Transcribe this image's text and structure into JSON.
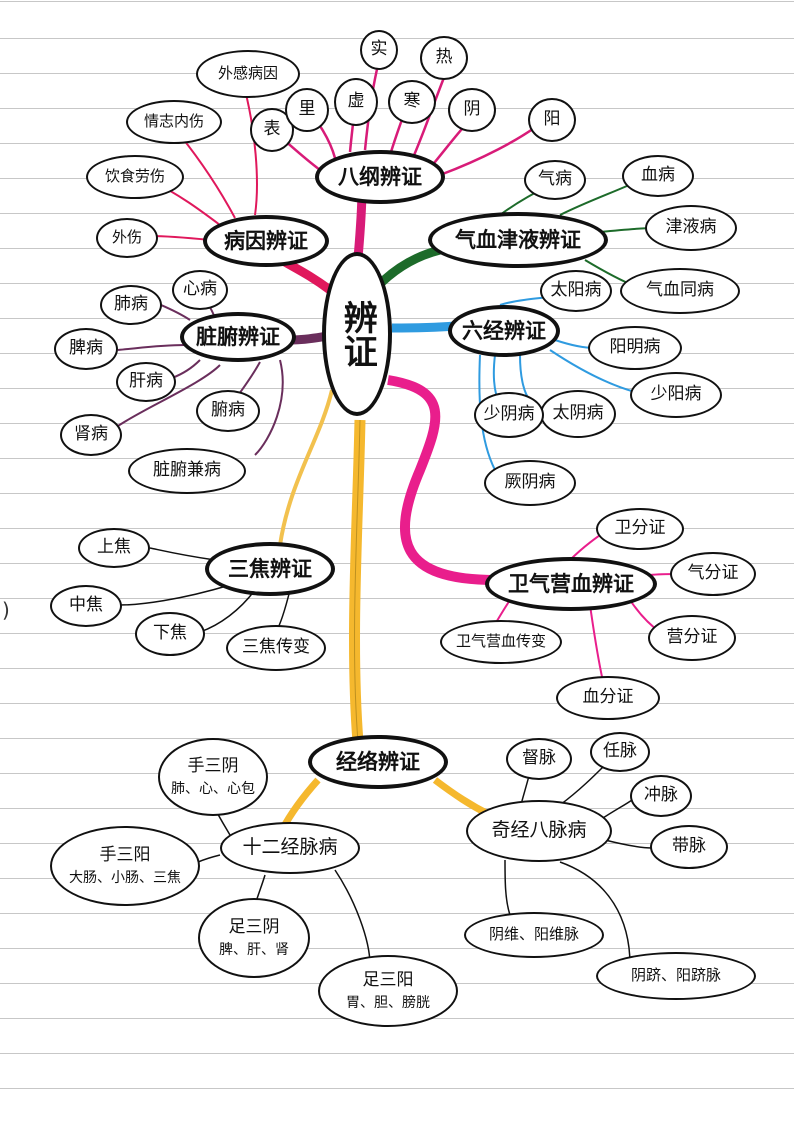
{
  "center": {
    "label": "辨证"
  },
  "branches": {
    "bagang": {
      "label": "八纲辨证",
      "color": "#d81b78",
      "items": [
        "表",
        "里",
        "虚",
        "实",
        "寒",
        "热",
        "阴",
        "阳"
      ]
    },
    "bingyin": {
      "label": "病因辨证",
      "color": "#e0185c",
      "items": [
        "外感病因",
        "情志内伤",
        "饮食劳伤",
        "外伤"
      ]
    },
    "qixue": {
      "label": "气血津液辨证",
      "color": "#1d6b2a",
      "items": [
        "气病",
        "血病",
        "津液病",
        "气血同病"
      ]
    },
    "zangfu": {
      "label": "脏腑辨证",
      "color": "#6a2e5c",
      "items": [
        "心病",
        "肺病",
        "脾病",
        "肝病",
        "肾病",
        "腑病",
        "脏腑兼病"
      ]
    },
    "liujing": {
      "label": "六经辨证",
      "color": "#2f9be0",
      "items": [
        "太阳病",
        "阳明病",
        "少阳病",
        "太阴病",
        "少阴病",
        "厥阴病"
      ]
    },
    "sanjiao": {
      "label": "三焦辨证",
      "color": "#f2c14e",
      "items": [
        "上焦",
        "中焦",
        "下焦",
        "三焦传变"
      ]
    },
    "weiqi": {
      "label": "卫气营血辨证",
      "color": "#e91e8c",
      "items": [
        "卫分证",
        "气分证",
        "营分证",
        "血分证",
        "卫气营血传变"
      ]
    },
    "jingluo": {
      "label": "经络辨证",
      "color": "#f5b82e",
      "shier": {
        "label": "十二经脉病",
        "items": [
          {
            "label": "手三阴",
            "sub": "肺、心、心包"
          },
          {
            "label": "手三阳",
            "sub": "大肠、小肠、三焦"
          },
          {
            "label": "足三阴",
            "sub": "脾、肝、肾"
          },
          {
            "label": "足三阳",
            "sub": "胃、胆、膀胱"
          }
        ]
      },
      "qijing": {
        "label": "奇经八脉病",
        "items": [
          "督脉",
          "任脉",
          "冲脉",
          "带脉",
          "阴维、阳维脉",
          "阴跻、阳跻脉"
        ]
      }
    }
  },
  "margin_mark": ")"
}
